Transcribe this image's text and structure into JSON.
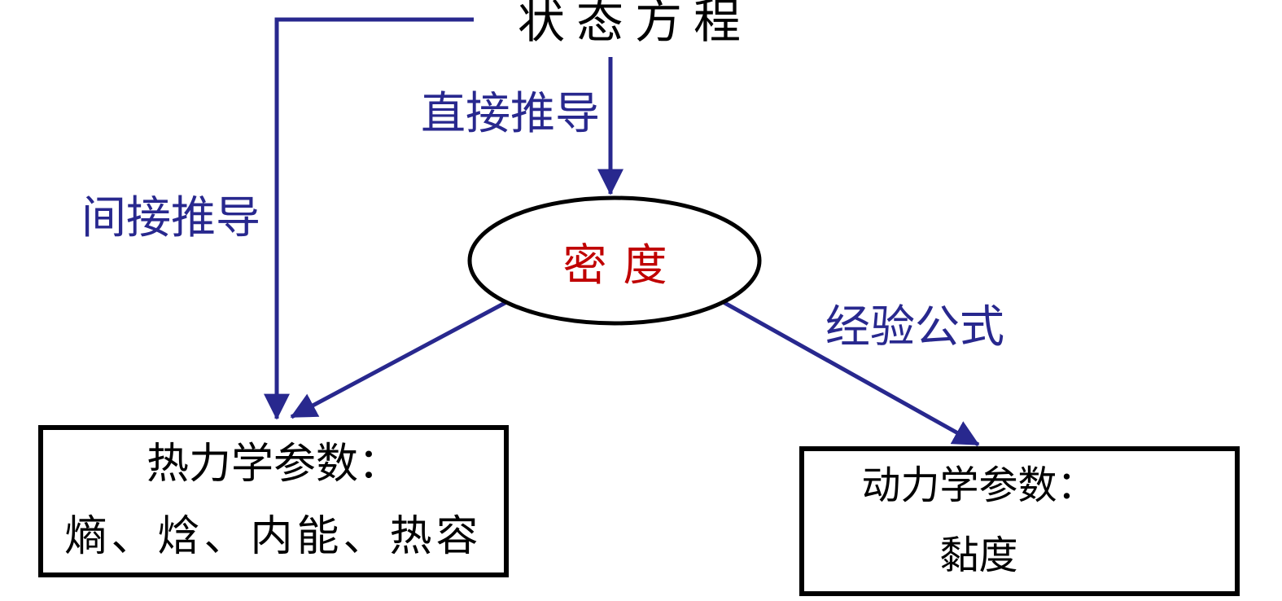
{
  "colors": {
    "background": "#ffffff",
    "connector": "#28288e",
    "edge_label": "#28288e",
    "node_text": "#000000",
    "density_text": "#c00000",
    "node_border": "#000000"
  },
  "nodes": {
    "equation_of_state": {
      "label": "状态方程"
    },
    "density": {
      "label": "密度"
    },
    "thermodynamic": {
      "title": "热力学参数：",
      "items": "熵、焓、内能、热容"
    },
    "kinetic": {
      "title": "动力学参数：",
      "items": "黏度"
    }
  },
  "edges": {
    "direct": {
      "label": "直接推导"
    },
    "indirect": {
      "label": "间接推导"
    },
    "empirical": {
      "label": "经验公式"
    }
  }
}
